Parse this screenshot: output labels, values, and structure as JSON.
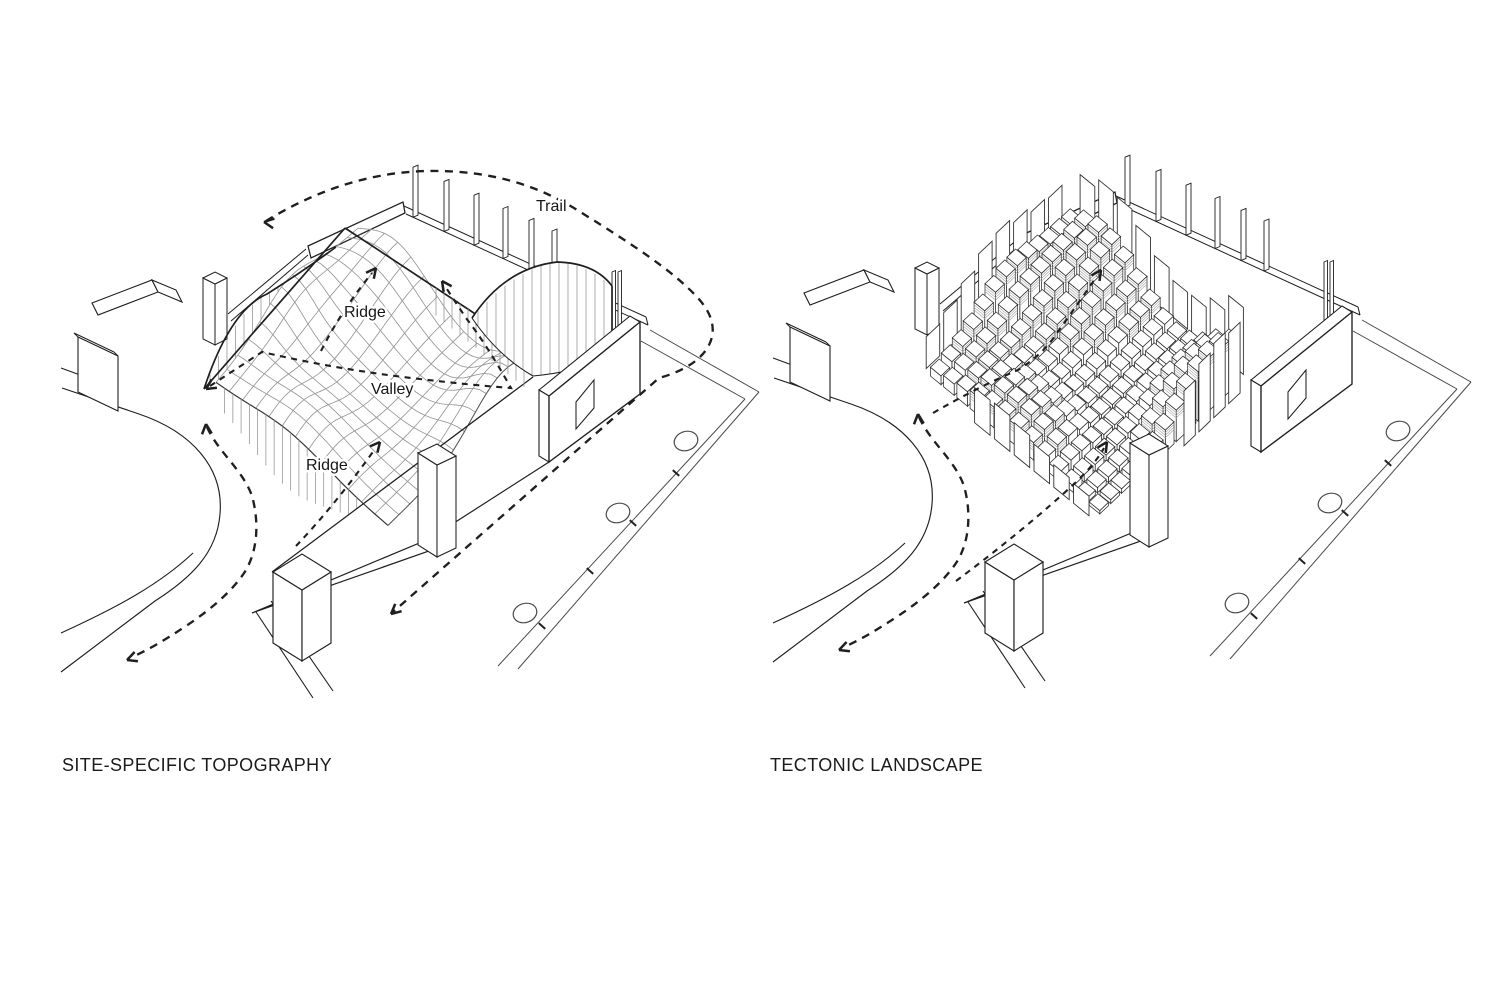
{
  "figure": {
    "type": "architectural-axonometric-diagram-pair",
    "background": "#ffffff"
  },
  "left_panel": {
    "caption": "SITE-SPECIFIC TOPOGRAPHY",
    "labels": {
      "trail": "Trail",
      "ridge_upper": "Ridge",
      "valley": "Valley",
      "ridge_lower": "Ridge"
    }
  },
  "right_panel": {
    "caption": "TECTONIC LANDSCAPE"
  },
  "style": {
    "ink": "#1f1f1f",
    "mid_gray": "#4a4a4a",
    "grid_gray": "#97979b",
    "lamination_gray": "#a3a3a6",
    "dash_major": "8 6.5",
    "dash_minor": "6 5.5"
  }
}
